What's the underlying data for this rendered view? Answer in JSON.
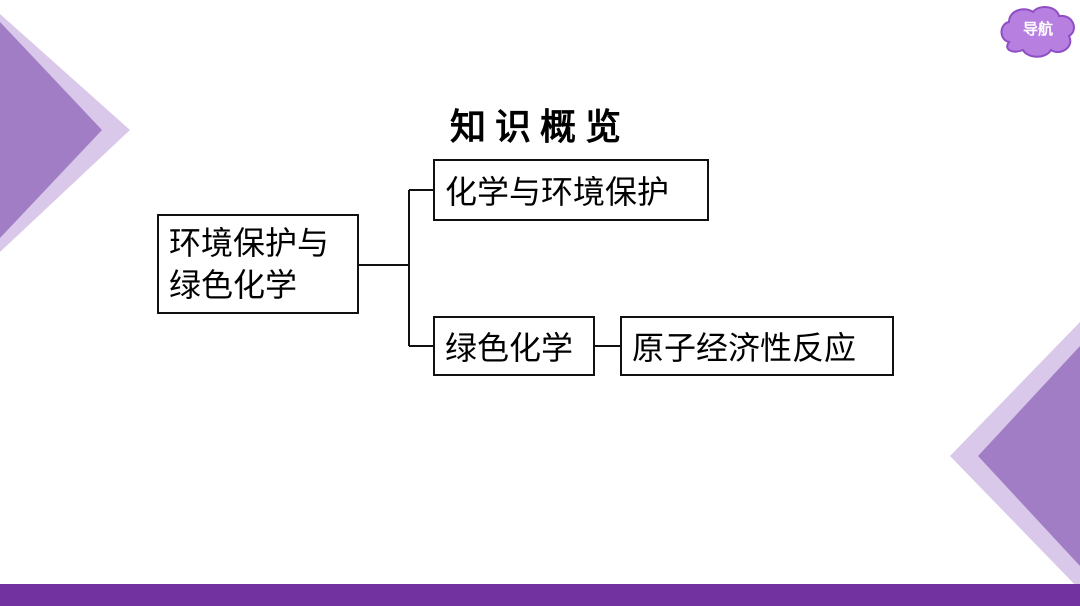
{
  "nav": {
    "label": "导航",
    "color": "#b77fe0"
  },
  "slide": {
    "title": "知识概览",
    "accent": "#7232a0"
  },
  "diagram": {
    "root": "环境保护与绿色化学",
    "branch_env": "化学与环境保护",
    "branch_green": "绿色化学",
    "leaf_atom_economy": "原子经济性反应"
  }
}
